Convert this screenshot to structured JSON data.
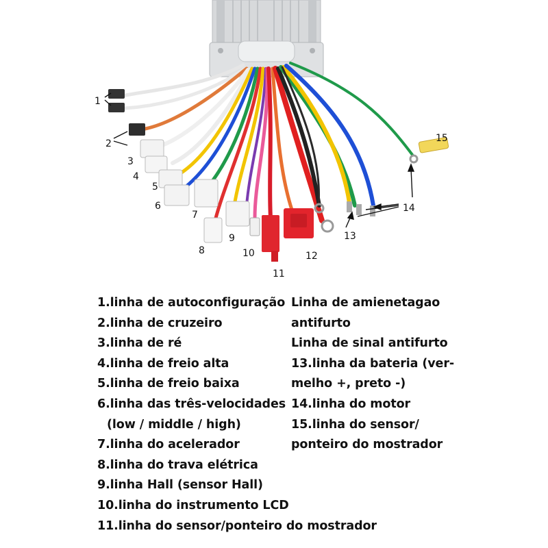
{
  "labels": [
    "1",
    "2",
    "3",
    "4",
    "5",
    "6",
    "7",
    "8",
    "9",
    "10",
    "11",
    "12",
    "13",
    "14",
    "15"
  ],
  "legend_left": [
    "1.linha de autoconfiguração",
    "2.linha de cruzeiro",
    "3.linha de ré",
    "4.linha de freio alta",
    "5.linha de freio baixa",
    "6.linha das três-velocidades",
    "   (low / middle / high)",
    "7.linha do acelerador",
    "8.linha do trava elétrica",
    "9.linha Hall (sensor Hall)",
    "10.linha do instrumento LCD",
    "11.linha do sensor/ponteiro do mostrador"
  ],
  "legend_right": [
    "Linha de amienetagao",
    "antifurto",
    "Linha de sinal antifurto",
    "13.linha da bateria (ver-",
    "melho +, preto -)",
    "14.linha do motor",
    "15.linha do sensor/",
    "ponteiro do mostrador"
  ],
  "colors": {
    "accent_red": "#e03030",
    "green": "#1f9a4a",
    "yellow": "#f2c400",
    "blue": "#1e4fd6"
  }
}
